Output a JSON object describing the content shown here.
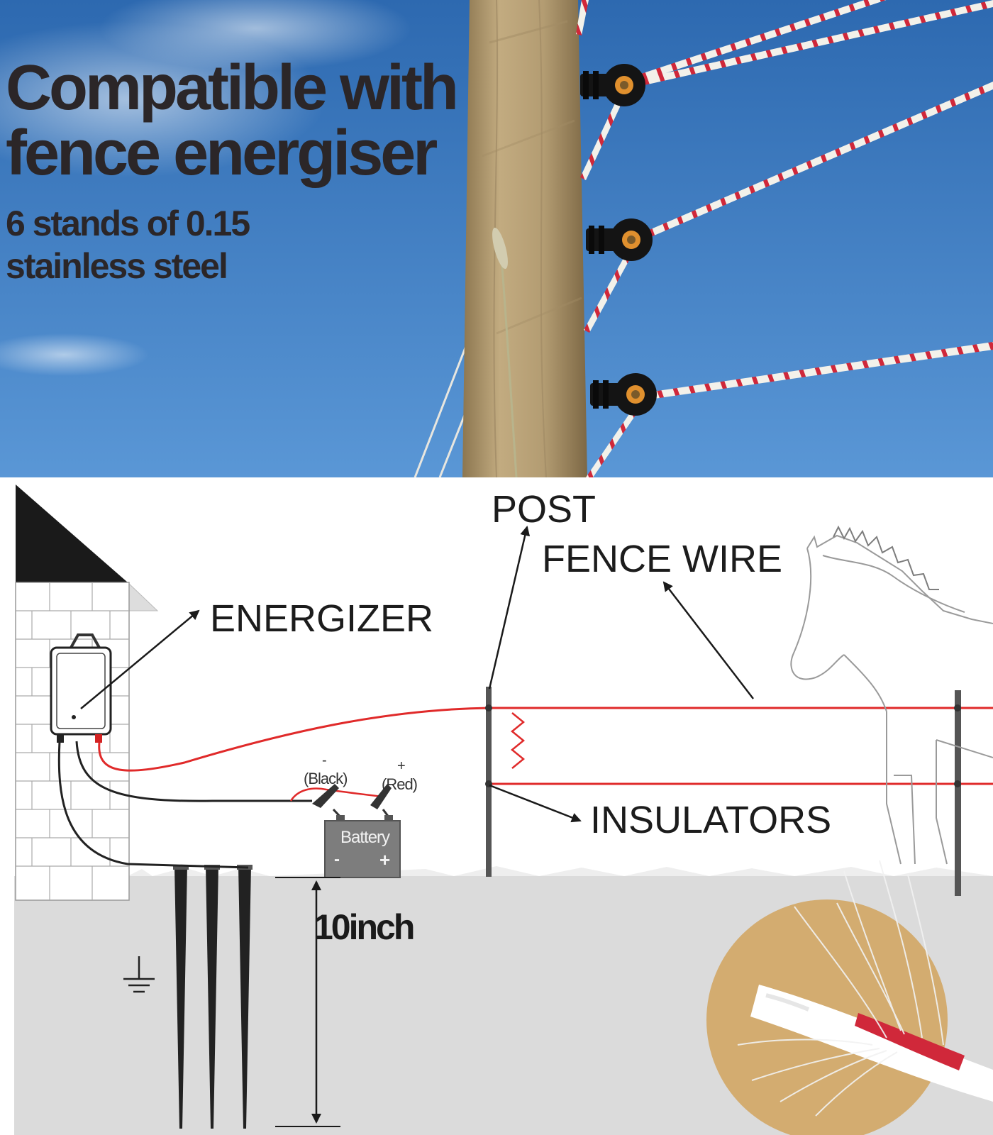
{
  "headline": {
    "line1": "Compatible with",
    "line2": "fence energiser",
    "sub_line1": "6 stands of  0.15",
    "sub_line2": "stainless steel"
  },
  "diagram": {
    "post_label": "POST",
    "fence_wire_label": "FENCE WIRE",
    "energizer_label": "ENERGIZER",
    "insulators_label": "INSULATORS",
    "depth_label": "10inch",
    "battery": {
      "name": "Battery",
      "black_terminal": "(Black)",
      "red_terminal": "(Red)",
      "minus_sign": "-",
      "plus_sign": "+",
      "minus_mark": "-",
      "plus_mark": "+"
    }
  },
  "colors": {
    "sky_top": "#2d69b0",
    "sky_bottom": "#4f8fd2",
    "post_wood": "#b19a70",
    "insulator": "#141414",
    "insulator_ring": "#e0902e",
    "rope_white": "#f3f1ea",
    "rope_red": "#d0283a",
    "fence_wire": "#e02a2a",
    "ground": "#dbdbdb",
    "circle_bg": "#d3ac70",
    "text_dark": "#2b2628"
  },
  "icons": [
    "house-icon",
    "energizer-box-icon",
    "battery-icon",
    "ground-symbol-icon",
    "horse-illustration",
    "ground-stake-icon",
    "polytape-closeup"
  ]
}
